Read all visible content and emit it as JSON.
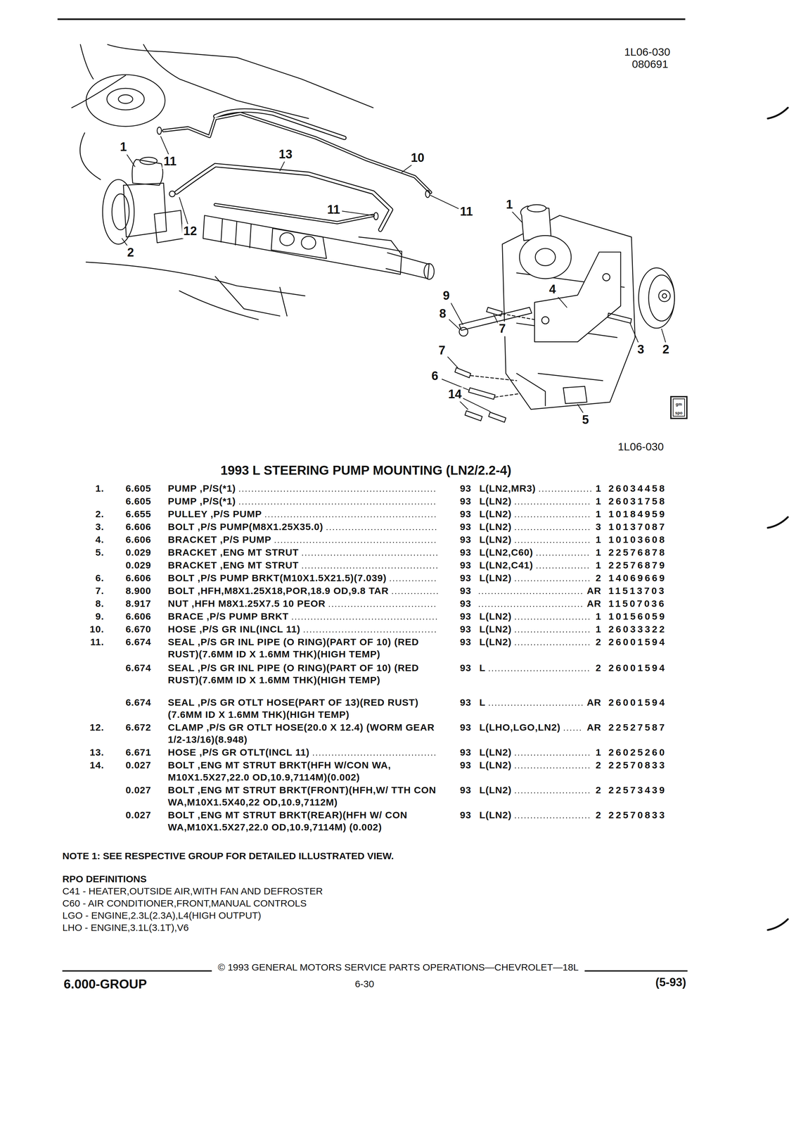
{
  "diagram": {
    "title": "1993 L STEERING PUMP MOUNTING (LN2/2.2-4)",
    "labels": [
      "1L06-030",
      "080691",
      "1",
      "11",
      "13",
      "10",
      "11",
      "11",
      "12",
      "2",
      "1",
      "4",
      "9",
      "8",
      "7",
      "7",
      "3",
      "2",
      "6",
      "14",
      "5",
      "gm",
      "spo",
      "1L06-030",
      "1.",
      "6.605",
      "PUMP ,P/S(*1)",
      "93",
      "L(LN2,MR3)",
      "1",
      "26034458",
      "6.605",
      "PUMP ,P/S(*1)",
      "93",
      "L(LN2)",
      "1",
      "26031758",
      "2.",
      "6.655",
      "PULLEY ,P/S PUMP",
      "93",
      "L(LN2)",
      "1",
      "10184959",
      "3.",
      "6.606",
      "BOLT ,P/S PUMP(M8X1.25X35.0)",
      "93",
      "L(LN2)",
      "3",
      "10137087",
      "4.",
      "6.606",
      "BRACKET ,P/S PUMP",
      "93",
      "L(LN2)",
      "1",
      "10103608",
      "5.",
      "0.029",
      "BRACKET ,ENG MT STRUT",
      "93",
      "L(LN2,C60)",
      "1",
      "22576878",
      "0.029",
      "BRACKET ,ENG MT STRUT",
      "93",
      "L(LN2,C41)",
      "1",
      "22576879",
      "6.",
      "6.606",
      "BOLT ,P/S PUMP BRKT(M10X1.5X21.5)(7.039)",
      "93",
      "L(LN2)",
      "2",
      "14069669",
      "7.",
      "8.900",
      "BOLT ,HFH,M8X1.25X18,POR,18.9 OD,9.8 TAR",
      "93",
      "AR",
      "11513703",
      "8.",
      "8.917",
      "NUT ,HFH M8X1.25X7.5 10 PEOR",
      "93",
      "AR",
      "11507036",
      "9.",
      "6.606",
      "BRACE ,P/S PUMP BRKT",
      "93",
      "L(LN2)",
      "1",
      "10156059",
      "10.",
      "6.670",
      "HOSE ,P/S GR INL(INCL 11)",
      "93",
      "L(LN2)",
      "1",
      "26033322",
      "11.",
      "6.674",
      "SEAL ,P/S GR INL PIPE (O RING)(PART OF 10) (RED RUST)(7.6MM ID X 1.6MM THK)(HIGH TEMP)",
      "93",
      "L(LN2)",
      "2",
      "26001594",
      "6.674",
      "SEAL ,P/S GR INL PIPE (O RING)(PART OF 10) (RED RUST)(7.6MM ID X 1.6MM THK)(HIGH TEMP)",
      "93",
      "L",
      "2",
      "26001594",
      "6.674",
      "SEAL ,P/S GR OTLT HOSE(PART OF 13)(RED RUST)(7.6MM ID X 1.6MM THK)(HIGH TEMP)",
      "93",
      "L",
      "AR",
      "26001594",
      "12.",
      "6.672",
      "CLAMP ,P/S GR OTLT HOSE(20.0 X 12.4) (WORM GEAR 1/2-13/16)(8.948)",
      "93",
      "L(LHO,LGO,LN2)",
      "AR",
      "22527587",
      "13.",
      "6.671",
      "HOSE ,P/S GR OTLT(INCL 11)",
      "93",
      "L(LN2)",
      "1",
      "26025260",
      "14.",
      "0.027",
      "BOLT ,ENG MT STRUT BRKT(HFH W/CON WA, M10X1.5X27,22.0 OD,10.9,7114M)(0.002)",
      "93",
      "L(LN2)",
      "2",
      "22570833",
      "0.027",
      "BOLT ,ENG MT STRUT BRKT(FRONT)(HFH,W/ TTH CON WA,M10X1.5X40,22 OD,10.9,7112M)",
      "93",
      "L(LN2)",
      "2",
      "22573439",
      "0.027",
      "BOLT ,ENG MT STRUT BRKT(REAR)(HFH W/ CON WA,M10X1.5X27,22.0 OD,10.9,7114M) (0.002)",
      "93",
      "L(LN2)",
      "2",
      "22570833",
      "NOTE 1: SEE RESPECTIVE GROUP FOR DETAILED ILLUSTRATED VIEW.",
      "RPO DEFINITIONS",
      "C41 - HEATER,OUTSIDE AIR,WITH FAN AND DEFROSTER",
      "C60 - AIR CONDITIONER,FRONT,MANUAL CONTROLS",
      "LGO - ENGINE,2.3L(2.3A),L4(HIGH OUTPUT)",
      "LHO - ENGINE,3.1L(3.1T),V6",
      "© 1993 GENERAL MOTORS SERVICE PARTS OPERATIONS—CHEVROLET—18L",
      "6.000-GROUP",
      "6-30",
      "(5-93)"
    ]
  }
}
